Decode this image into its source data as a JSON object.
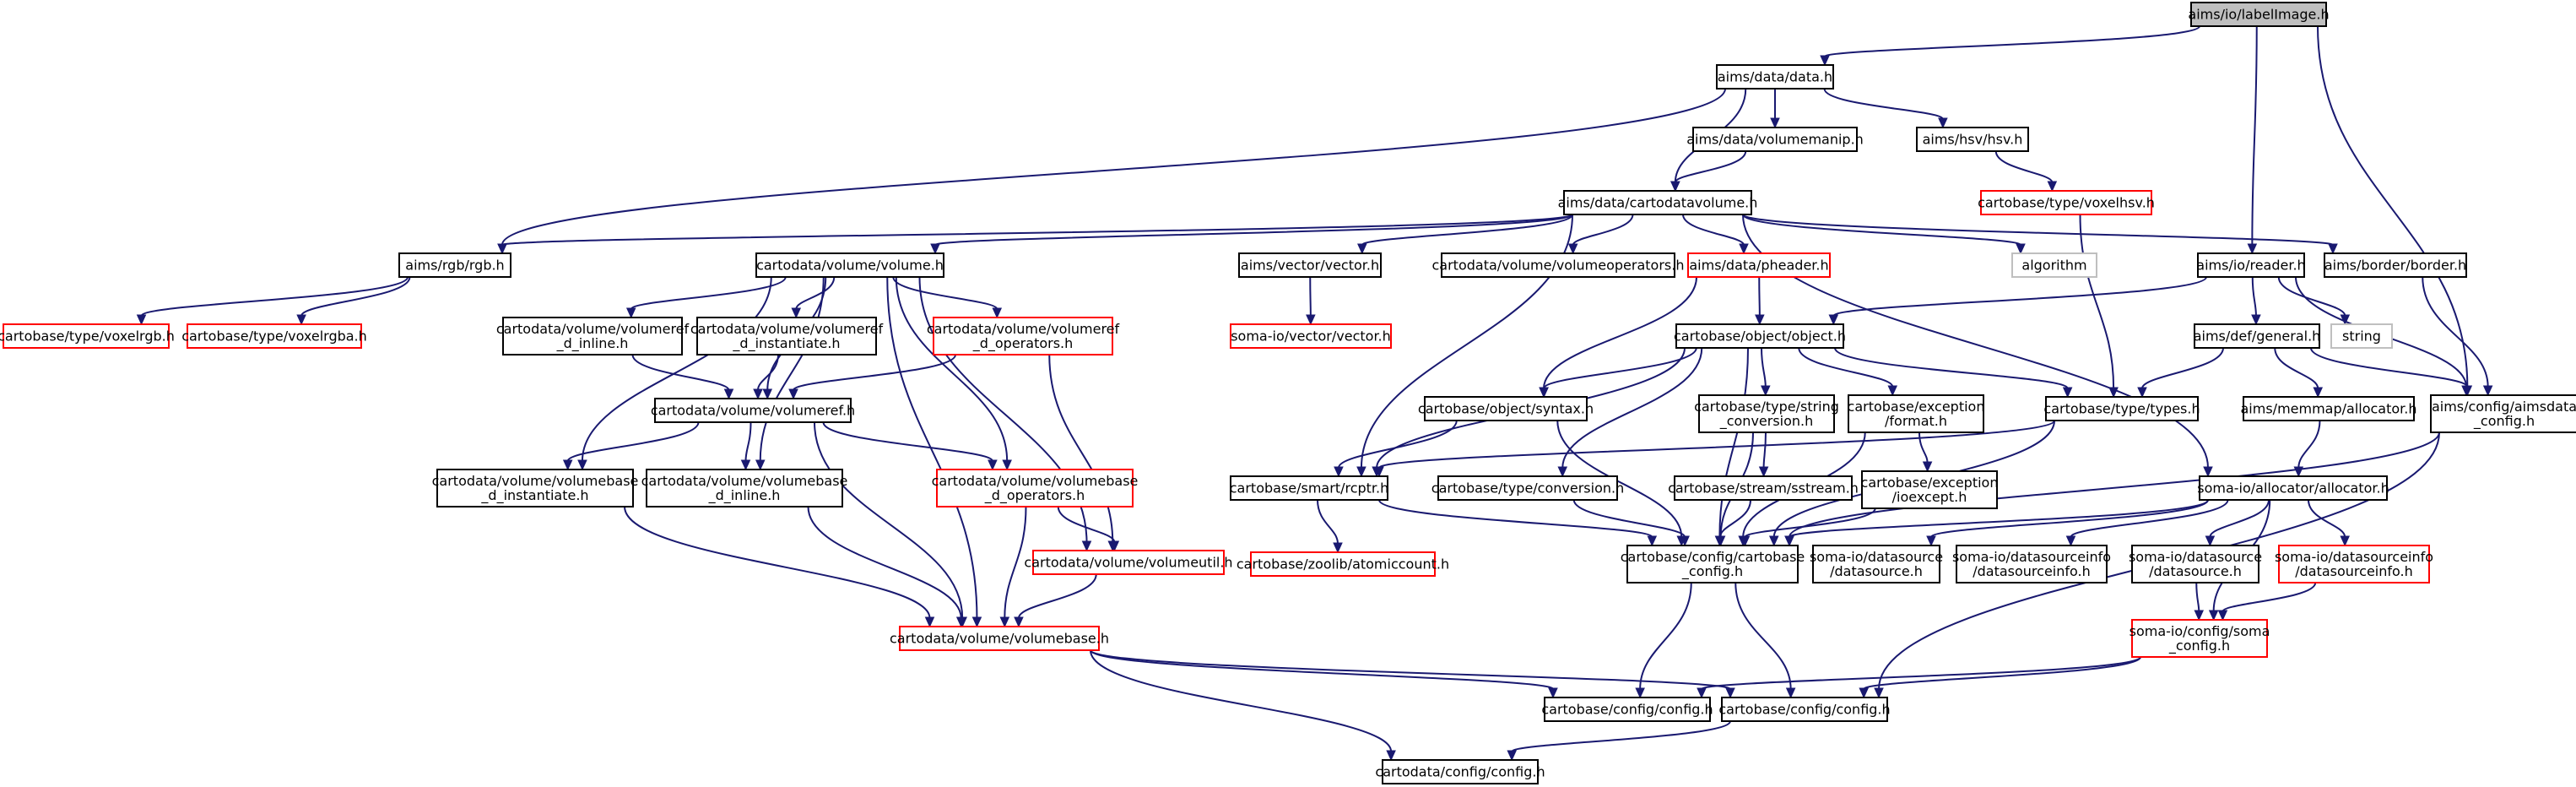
{
  "graph": {
    "nodes": [
      {
        "id": "aims_io_labelImage",
        "lines": [
          "aims/io/labelImage.h"
        ],
        "style": "root"
      },
      {
        "id": "aims_data_data",
        "lines": [
          "aims/data/data.h"
        ],
        "style": "normal"
      },
      {
        "id": "aims_data_volumemanip",
        "lines": [
          "aims/data/volumemanip.h"
        ],
        "style": "normal"
      },
      {
        "id": "aims_hsv_hsv",
        "lines": [
          "aims/hsv/hsv.h"
        ],
        "style": "normal"
      },
      {
        "id": "cartobase_type_voxelhsv",
        "lines": [
          "cartobase/type/voxelhsv.h"
        ],
        "style": "red"
      },
      {
        "id": "aims_data_cartodatavolume",
        "lines": [
          "aims/data/cartodatavolume.h"
        ],
        "style": "normal"
      },
      {
        "id": "aims_rgb_rgb",
        "lines": [
          "aims/rgb/rgb.h"
        ],
        "style": "normal"
      },
      {
        "id": "cartobase_type_voxelrgb",
        "lines": [
          "cartobase/type/voxelrgb.h"
        ],
        "style": "red"
      },
      {
        "id": "cartobase_type_voxelrgba",
        "lines": [
          "cartobase/type/voxelrgba.h"
        ],
        "style": "red"
      },
      {
        "id": "cartodata_volume_volume",
        "lines": [
          "cartodata/volume/volume.h"
        ],
        "style": "normal"
      },
      {
        "id": "aims_vector_vector",
        "lines": [
          "aims/vector/vector.h"
        ],
        "style": "normal"
      },
      {
        "id": "soma_io_vector_vector",
        "lines": [
          "soma-io/vector/vector.h"
        ],
        "style": "red"
      },
      {
        "id": "cartodata_volumeoperators",
        "lines": [
          "cartodata/volume/volumeoperators.h"
        ],
        "style": "normal"
      },
      {
        "id": "aims_data_pheader",
        "lines": [
          "aims/data/pheader.h"
        ],
        "style": "red"
      },
      {
        "id": "algorithm",
        "lines": [
          "algorithm"
        ],
        "style": "gray"
      },
      {
        "id": "aims_io_reader",
        "lines": [
          "aims/io/reader.h"
        ],
        "style": "normal"
      },
      {
        "id": "aims_border_border",
        "lines": [
          "aims/border/border.h"
        ],
        "style": "normal"
      },
      {
        "id": "string",
        "lines": [
          "string"
        ],
        "style": "gray"
      },
      {
        "id": "aims_def_general",
        "lines": [
          "aims/def/general.h"
        ],
        "style": "normal"
      },
      {
        "id": "aims_memmap_allocator",
        "lines": [
          "aims/memmap/allocator.h"
        ],
        "style": "normal"
      },
      {
        "id": "aims_config_aimsdata_config",
        "lines": [
          "aims/config/aimsdata",
          "_config.h"
        ],
        "style": "normal"
      },
      {
        "id": "cartodata_volumeref_d_inline",
        "lines": [
          "cartodata/volume/volumeref",
          "_d_inline.h"
        ],
        "style": "normal"
      },
      {
        "id": "cartodata_volumeref_d_instantiate",
        "lines": [
          "cartodata/volume/volumeref",
          "_d_instantiate.h"
        ],
        "style": "normal"
      },
      {
        "id": "cartodata_volumeref_d_operators",
        "lines": [
          "cartodata/volume/volumeref",
          "_d_operators.h"
        ],
        "style": "red"
      },
      {
        "id": "cartodata_volumeref",
        "lines": [
          "cartodata/volume/volumeref.h"
        ],
        "style": "normal"
      },
      {
        "id": "cartodata_volumebase_d_instantiate",
        "lines": [
          "cartodata/volume/volumebase",
          "_d_instantiate.h"
        ],
        "style": "normal"
      },
      {
        "id": "cartodata_volumebase_d_inline",
        "lines": [
          "cartodata/volume/volumebase",
          "_d_inline.h"
        ],
        "style": "normal"
      },
      {
        "id": "cartodata_volumebase_d_operators",
        "lines": [
          "cartodata/volume/volumebase",
          "_d_operators.h"
        ],
        "style": "red"
      },
      {
        "id": "cartodata_volumeutil",
        "lines": [
          "cartodata/volume/volumeutil.h"
        ],
        "style": "red"
      },
      {
        "id": "cartodata_volumebase",
        "lines": [
          "cartodata/volume/volumebase.h"
        ],
        "style": "red"
      },
      {
        "id": "cartobase_object_object",
        "lines": [
          "cartobase/object/object.h"
        ],
        "style": "normal"
      },
      {
        "id": "cartobase_object_syntax",
        "lines": [
          "cartobase/object/syntax.h"
        ],
        "style": "normal"
      },
      {
        "id": "cartobase_type_string_conversion",
        "lines": [
          "cartobase/type/string",
          "_conversion.h"
        ],
        "style": "normal"
      },
      {
        "id": "cartobase_exception_format",
        "lines": [
          "cartobase/exception",
          "/format.h"
        ],
        "style": "normal"
      },
      {
        "id": "cartobase_type_types",
        "lines": [
          "cartobase/type/types.h"
        ],
        "style": "normal"
      },
      {
        "id": "cartobase_smart_rcptr",
        "lines": [
          "cartobase/smart/rcptr.h"
        ],
        "style": "normal"
      },
      {
        "id": "cartobase_type_conversion",
        "lines": [
          "cartobase/type/conversion.h"
        ],
        "style": "normal"
      },
      {
        "id": "cartobase_stream_sstream",
        "lines": [
          "cartobase/stream/sstream.h"
        ],
        "style": "normal"
      },
      {
        "id": "cartobase_exception_ioexcept",
        "lines": [
          "cartobase/exception",
          "/ioexcept.h"
        ],
        "style": "normal"
      },
      {
        "id": "soma_io_allocator",
        "lines": [
          "soma-io/allocator/allocator.h"
        ],
        "style": "normal"
      },
      {
        "id": "cartobase_zoolib_atomiccount",
        "lines": [
          "cartobase/zoolib/atomiccount.h"
        ],
        "style": "red"
      },
      {
        "id": "cartobase_config_cartobase_config",
        "lines": [
          "cartobase/config/cartobase",
          "_config.h"
        ],
        "style": "normal"
      },
      {
        "id": "soma_io_datasource_datasource",
        "lines": [
          "soma-io/datasource",
          "/datasource.h"
        ],
        "style": "normal"
      },
      {
        "id": "soma_io_datasourceinfo",
        "lines": [
          "soma-io/datasourceinfo",
          "/datasourceinfo.h"
        ],
        "style": "normal"
      },
      {
        "id": "soma_io_datasource2",
        "lines": [
          "soma-io/datasource",
          "/datasource.h"
        ],
        "style": "normal"
      },
      {
        "id": "soma_io_datasourceinfo2",
        "lines": [
          "soma-io/datasourceinfo",
          "/datasourceinfo.h"
        ],
        "style": "red"
      },
      {
        "id": "soma_io_config_soma_config",
        "lines": [
          "soma-io/config/soma",
          "_config.h"
        ],
        "style": "red"
      },
      {
        "id": "cartobase_config_config_a",
        "lines": [
          "cartobase/config/config.h"
        ],
        "style": "normal"
      },
      {
        "id": "cartobase_config_config_b",
        "lines": [
          "cartobase/config/config.h"
        ],
        "style": "normal"
      },
      {
        "id": "cartodata_config_config",
        "lines": [
          "cartodata/config/config.h"
        ],
        "style": "normal"
      }
    ],
    "edges": [
      [
        "aims_io_labelImage",
        "aims_data_data"
      ],
      [
        "aims_io_labelImage",
        "aims_io_reader"
      ],
      [
        "aims_io_labelImage",
        "aims_config_aimsdata_config"
      ],
      [
        "aims_data_data",
        "aims_rgb_rgb"
      ],
      [
        "aims_data_data",
        "aims_data_cartodatavolume"
      ],
      [
        "aims_data_data",
        "aims_data_volumemanip"
      ],
      [
        "aims_data_data",
        "aims_hsv_hsv"
      ],
      [
        "aims_data_volumemanip",
        "aims_data_cartodatavolume"
      ],
      [
        "aims_hsv_hsv",
        "cartobase_type_voxelhsv"
      ],
      [
        "cartobase_type_voxelhsv",
        "cartobase_type_types"
      ],
      [
        "aims_data_cartodatavolume",
        "aims_rgb_rgb"
      ],
      [
        "aims_data_cartodatavolume",
        "cartodata_volume_volume"
      ],
      [
        "aims_data_cartodatavolume",
        "aims_vector_vector"
      ],
      [
        "aims_data_cartodatavolume",
        "cartodata_volumeoperators"
      ],
      [
        "aims_data_cartodatavolume",
        "aims_data_pheader"
      ],
      [
        "aims_data_cartodatavolume",
        "algorithm"
      ],
      [
        "aims_data_cartodatavolume",
        "aims_border_border"
      ],
      [
        "aims_data_cartodatavolume",
        "cartobase_smart_rcptr"
      ],
      [
        "aims_data_cartodatavolume",
        "soma_io_allocator"
      ],
      [
        "aims_rgb_rgb",
        "cartobase_type_voxelrgb"
      ],
      [
        "aims_rgb_rgb",
        "cartobase_type_voxelrgba"
      ],
      [
        "aims_vector_vector",
        "soma_io_vector_vector"
      ],
      [
        "aims_data_pheader",
        "cartobase_object_object"
      ],
      [
        "aims_data_pheader",
        "cartobase_object_syntax"
      ],
      [
        "aims_io_reader",
        "cartobase_object_object"
      ],
      [
        "aims_io_reader",
        "string"
      ],
      [
        "aims_io_reader",
        "aims_def_general"
      ],
      [
        "aims_io_reader",
        "aims_config_aimsdata_config"
      ],
      [
        "aims_border_border",
        "aims_config_aimsdata_config"
      ],
      [
        "aims_def_general",
        "cartobase_type_types"
      ],
      [
        "aims_def_general",
        "aims_memmap_allocator"
      ],
      [
        "aims_def_general",
        "aims_config_aimsdata_config"
      ],
      [
        "aims_memmap_allocator",
        "soma_io_allocator"
      ],
      [
        "aims_config_aimsdata_config",
        "cartobase_config_cartobase_config"
      ],
      [
        "aims_config_aimsdata_config",
        "cartobase_config_config_b"
      ],
      [
        "cartodata_volume_volume",
        "cartodata_volumeref_d_inline"
      ],
      [
        "cartodata_volume_volume",
        "cartodata_volumeref_d_instantiate"
      ],
      [
        "cartodata_volume_volume",
        "cartodata_volumeref_d_operators"
      ],
      [
        "cartodata_volume_volume",
        "cartodata_volumeref"
      ],
      [
        "cartodata_volume_volume",
        "cartodata_volumebase_d_instantiate"
      ],
      [
        "cartodata_volume_volume",
        "cartodata_volumebase_d_inline"
      ],
      [
        "cartodata_volume_volume",
        "cartodata_volumebase_d_operators"
      ],
      [
        "cartodata_volume_volume",
        "cartodata_volumeutil"
      ],
      [
        "cartodata_volume_volume",
        "cartodata_volumebase"
      ],
      [
        "cartodata_volumeref_d_inline",
        "cartodata_volumeref"
      ],
      [
        "cartodata_volumeref_d_instantiate",
        "cartodata_volumeref"
      ],
      [
        "cartodata_volumeref_d_operators",
        "cartodata_volumeref"
      ],
      [
        "cartodata_volumeref_d_operators",
        "cartodata_volumeutil"
      ],
      [
        "cartodata_volumeref",
        "cartodata_volumebase_d_instantiate"
      ],
      [
        "cartodata_volumeref",
        "cartodata_volumebase_d_inline"
      ],
      [
        "cartodata_volumeref",
        "cartodata_volumebase_d_operators"
      ],
      [
        "cartodata_volumeref",
        "cartodata_volumebase"
      ],
      [
        "cartodata_volumebase_d_instantiate",
        "cartodata_volumebase"
      ],
      [
        "cartodata_volumebase_d_inline",
        "cartodata_volumebase"
      ],
      [
        "cartodata_volumebase_d_operators",
        "cartodata_volumeutil"
      ],
      [
        "cartodata_volumebase_d_operators",
        "cartodata_volumebase"
      ],
      [
        "cartodata_volumeutil",
        "cartodata_volumebase"
      ],
      [
        "cartodata_volumebase",
        "cartobase_config_config_a"
      ],
      [
        "cartodata_volumebase",
        "cartobase_config_config_b"
      ],
      [
        "cartodata_volumebase",
        "cartodata_config_config"
      ],
      [
        "cartobase_object_object",
        "cartobase_object_syntax"
      ],
      [
        "cartobase_object_object",
        "cartobase_type_string_conversion"
      ],
      [
        "cartobase_object_object",
        "cartobase_exception_format"
      ],
      [
        "cartobase_object_object",
        "cartobase_type_types"
      ],
      [
        "cartobase_object_object",
        "cartobase_smart_rcptr"
      ],
      [
        "cartobase_object_object",
        "cartobase_type_conversion"
      ],
      [
        "cartobase_object_object",
        "cartobase_config_cartobase_config"
      ],
      [
        "cartobase_object_syntax",
        "cartobase_smart_rcptr"
      ],
      [
        "cartobase_object_syntax",
        "cartobase_config_cartobase_config"
      ],
      [
        "cartobase_type_string_conversion",
        "cartobase_stream_sstream"
      ],
      [
        "cartobase_type_string_conversion",
        "cartobase_config_cartobase_config"
      ],
      [
        "cartobase_exception_format",
        "cartobase_exception_ioexcept"
      ],
      [
        "cartobase_exception_format",
        "cartobase_config_cartobase_config"
      ],
      [
        "cartobase_type_types",
        "cartobase_smart_rcptr"
      ],
      [
        "cartobase_type_types",
        "cartobase_config_cartobase_config"
      ],
      [
        "cartobase_smart_rcptr",
        "cartobase_zoolib_atomiccount"
      ],
      [
        "cartobase_smart_rcptr",
        "cartobase_config_cartobase_config"
      ],
      [
        "cartobase_type_conversion",
        "cartobase_config_cartobase_config"
      ],
      [
        "cartobase_stream_sstream",
        "cartobase_config_cartobase_config"
      ],
      [
        "cartobase_exception_ioexcept",
        "cartobase_config_cartobase_config"
      ],
      [
        "soma_io_allocator",
        "cartobase_config_cartobase_config"
      ],
      [
        "soma_io_allocator",
        "soma_io_datasource_datasource"
      ],
      [
        "soma_io_allocator",
        "soma_io_datasourceinfo"
      ],
      [
        "soma_io_allocator",
        "soma_io_datasource2"
      ],
      [
        "soma_io_allocator",
        "soma_io_datasourceinfo2"
      ],
      [
        "soma_io_allocator",
        "soma_io_config_soma_config"
      ],
      [
        "soma_io_datasource2",
        "soma_io_config_soma_config"
      ],
      [
        "soma_io_datasourceinfo2",
        "soma_io_config_soma_config"
      ],
      [
        "cartobase_config_cartobase_config",
        "cartobase_config_config_a"
      ],
      [
        "cartobase_config_cartobase_config",
        "cartobase_config_config_b"
      ],
      [
        "soma_io_config_soma_config",
        "cartobase_config_config_a"
      ],
      [
        "soma_io_config_soma_config",
        "cartobase_config_config_b"
      ],
      [
        "cartobase_config_config_b",
        "cartodata_config_config"
      ]
    ]
  },
  "colors": {
    "edge": "#191970",
    "node_border": "#000000",
    "missing_border": "#ff0000",
    "system_border": "#bfbfbf",
    "root_fill": "#bfbfbf"
  }
}
